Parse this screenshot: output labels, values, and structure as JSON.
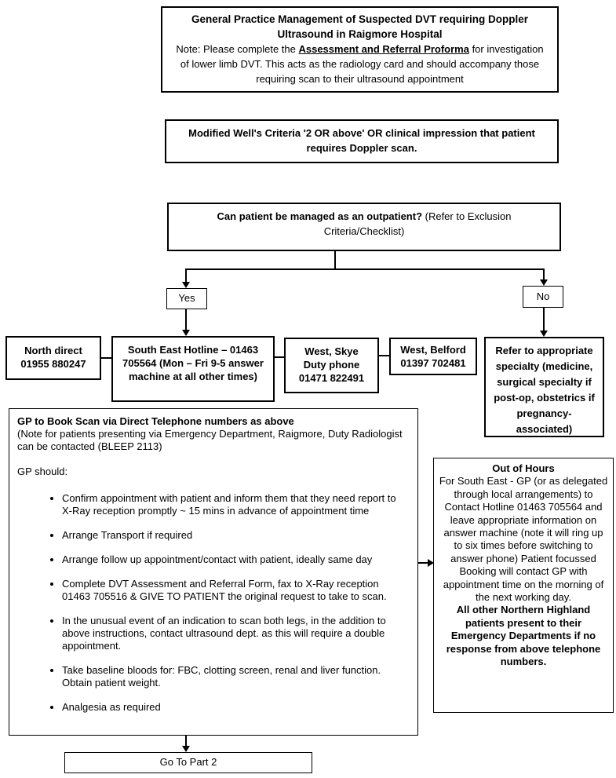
{
  "title_box": {
    "heading": "General Practice Management of Suspected DVT requiring Doppler\nUltrasound in Raigmore Hospital",
    "note_prefix": "Note: Please complete the ",
    "note_link": "Assessment and Referral Proforma",
    "note_suffix": " for investigation of lower limb DVT. This acts as the radiology card and should accompany those requiring scan to their ultrasound appointment"
  },
  "criteria_box": {
    "text": "Modified Well's Criteria '2 OR above' OR clinical impression that patient requires Doppler scan."
  },
  "outpatient_box": {
    "question": "Can patient be managed as an outpatient?",
    "refer_note": " (Refer to Exclusion Criteria/Checklist)"
  },
  "decision": {
    "yes_label": "Yes",
    "no_label": "No"
  },
  "phone_boxes": {
    "north": "North direct\n01955 880247",
    "south_east": "South East Hotline – 01463\n705564 (Mon – Fri 9-5 answer\nmachine at all other times)",
    "west_skye": "West, Skye\nDuty phone\n01471 822491",
    "west_belford": "West, Belford\n01397 702481"
  },
  "refer_box": {
    "text": "Refer to appropriate\nspecialty (medicine,\nsurgical specialty if\npost-op, obstetrics if\npregnancy-\nassociated)"
  },
  "gp_box": {
    "heading": "GP to Book Scan via Direct Telephone numbers as above",
    "note": "(Note for patients presenting via Emergency Department, Raigmore, Duty Radiologist can be contacted (BLEEP 2113)",
    "intro": "GP should:",
    "bullets": [
      "Confirm appointment with patient and inform them that they need report to X-Ray reception promptly ~ 15 mins in advance of appointment time",
      "Arrange Transport if required",
      "Arrange follow up appointment/contact with patient, ideally same day",
      "Complete DVT Assessment and Referral Form, fax to X-Ray reception 01463 705516 & GIVE TO PATIENT the original request to take to scan.",
      "In the unusual event of an indication to scan both legs, in the addition to above instructions, contact ultrasound dept. as this will require a double appointment.",
      "Take baseline bloods for: FBC, clotting screen, renal and liver function. Obtain patient weight.",
      "Analgesia as required"
    ]
  },
  "out_of_hours_box": {
    "heading": "Out of Hours",
    "body": "For South East - GP (or as delegated through local arrangements) to Contact Hotline 01463 705564 and leave appropriate information on answer machine (note it will ring up to six times before switching to answer phone) Patient focussed Booking will contact GP with appointment time on the morning of the next working day.",
    "bold_note": "All other Northern Highland patients present to their Emergency Departments if no response from above telephone numbers."
  },
  "goto_box": {
    "label": "Go To Part 2"
  },
  "colors": {
    "line": "#000000",
    "background": "#ffffff",
    "text": "#000000"
  }
}
